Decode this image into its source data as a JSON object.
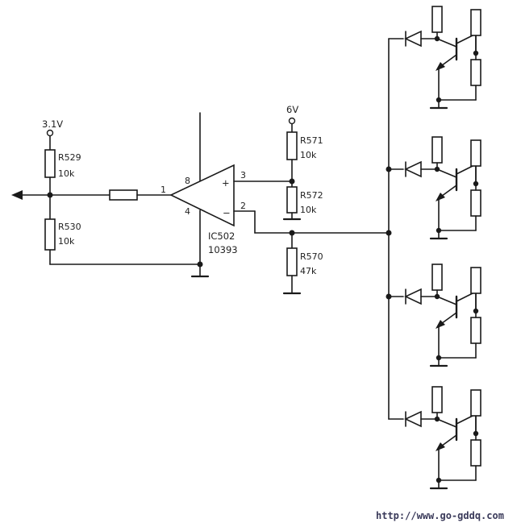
{
  "labels": {
    "supply_31": "3.1V",
    "supply_6": "6V",
    "r529_ref": "R529",
    "r529_val": "10k",
    "r530_ref": "R530",
    "r530_val": "10k",
    "r571_ref": "R571",
    "r571_val": "10k",
    "r572_ref": "R572",
    "r572_val": "10k",
    "r570_ref": "R570",
    "r570_val": "47k",
    "ic_ref": "IC502",
    "ic_part": "10393",
    "pin1": "1",
    "pin2": "2",
    "pin3": "3",
    "pin4": "4",
    "pin8": "8",
    "plus": "+",
    "minus": "−"
  },
  "watermark": "http://www.go-gddq.com"
}
